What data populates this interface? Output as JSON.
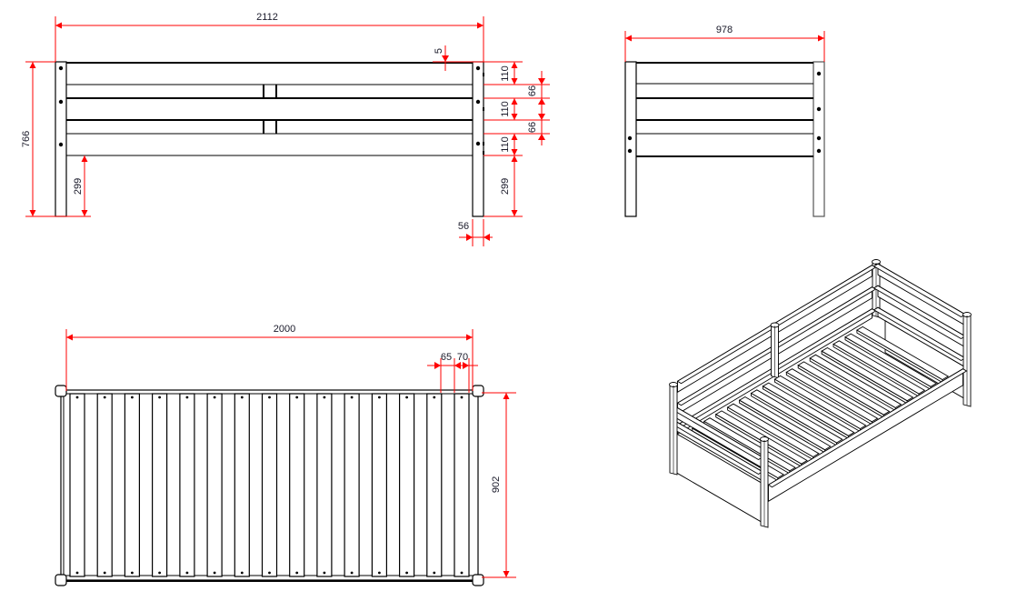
{
  "title": "Daybed dimension drawing",
  "colors": {
    "dimension": "#ff0000",
    "outline": "#000000"
  },
  "front_view": {
    "overall_length": "2112",
    "overall_height": "766",
    "leg_height_left": "299",
    "top_offset": "5",
    "rail_1": "110",
    "rail_2": "110",
    "rail_3": "110",
    "gap_1": "66",
    "gap_2": "66",
    "leg_height_right": "299",
    "post_width": "56"
  },
  "side_view": {
    "overall_width": "978"
  },
  "top_view": {
    "inner_length": "2000",
    "slat_width": "65",
    "slat_spacing": "70",
    "inner_width": "902",
    "slat_count": 15
  }
}
